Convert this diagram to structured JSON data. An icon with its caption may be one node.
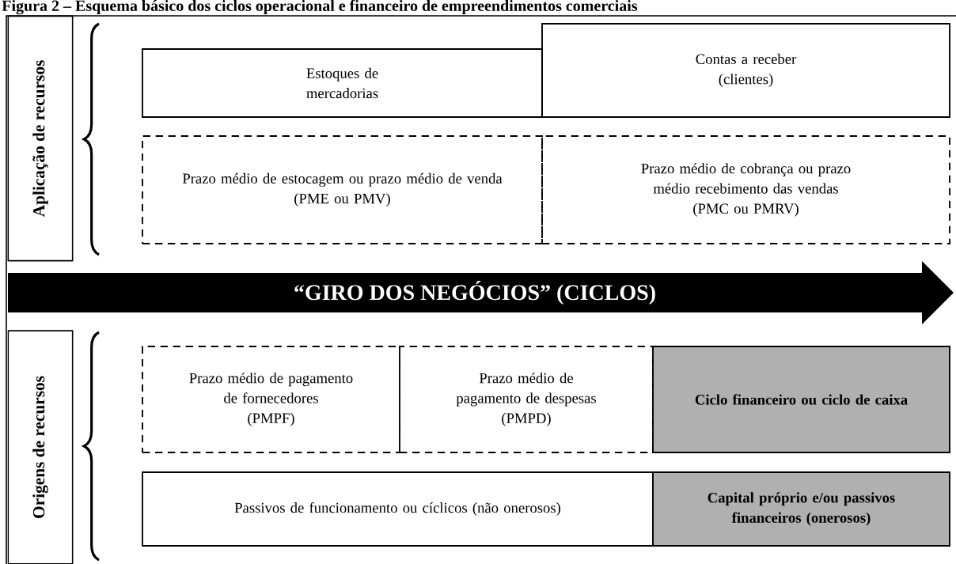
{
  "diagram": {
    "title": "Figura 2 – Esquema básico dos ciclos operacional e financeiro de empreendimentos comerciais",
    "nodes": [
      {
        "text": [
          "Aplicação de recursos"
        ]
      },
      {
        "text": [
          "Estoques de mercadorias"
        ]
      },
      {
        "text": [
          "Contas a receber (clientes)"
        ]
      },
      {
        "text": [
          "Prazo médio de estocagem ou prazo médio de venda",
          "(PME ou PMV)"
        ]
      },
      {
        "text": [
          "Prazo médio de cobrança ou prazo médio recebimento das vendas",
          "(PMC ou PMRV)"
        ]
      },
      {
        "text": [
          "“GIRO DOS NEGÓCIOS” (CICLOS)"
        ]
      },
      {
        "text": [
          "Origens de recursos"
        ]
      },
      {
        "text": [
          "Prazo médio de pagamento de fornecedores",
          "(PMPF)"
        ]
      },
      {
        "text": [
          "Prazo médio de pagamento de despesas",
          "(PMPD)"
        ]
      },
      {
        "text": [
          "Ciclo financeiro ou ciclo de caixa"
        ]
      },
      {
        "text": [
          "Passivos de funcionamento ou cíclicos (não onerosos)"
        ]
      },
      {
        "text": [
          "Capital próprio e/ou passivos financeiros (onerosos)"
        ]
      }
    ]
  }
}
